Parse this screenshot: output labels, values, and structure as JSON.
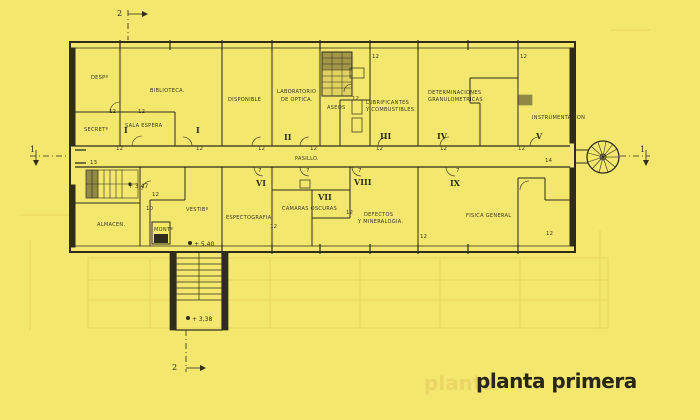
{
  "title": "planta primera",
  "ghost_title": "planta",
  "sections": {
    "top": "2",
    "bottom": "2",
    "left": "1",
    "right": "1"
  },
  "rooms": {
    "despacho": "DESPº",
    "biblioteca": "BIBLIOTECA.",
    "disponible": "DISPONIBLE",
    "laboratorio_1": "LABORATORIO",
    "laboratorio_2": "DE OPTICA.",
    "aseos": "ASEOS",
    "lubricantes_1": "LUBRIFICANTES",
    "lubricantes_2": "Y COMBUSTIBLES.",
    "determinaciones_1": "DETERMINACIONES",
    "determinaciones_2": "GRANULOMETRICAS",
    "instrumentacion": "INSTRUMENTACION",
    "secretaria": "SECRETº",
    "sala_espera": "SALA ESPERA",
    "pasillo": "PASILLO.",
    "almacen": "ALMACEN.",
    "vestibulo": "VESTIBº",
    "espectografia": "ESPECTOGRAFIA",
    "camaras_1": "CAMARAS OSCURAS",
    "defectos_1": "DEFECTOS",
    "defectos_2": "Y MINERALOGIA.",
    "fisica": "FISICA GENERAL",
    "montacargas": "MONTº"
  },
  "roman": [
    "I",
    "I",
    "II",
    "III",
    "IV",
    "V",
    "VI",
    "VII",
    "VIII",
    "IX"
  ],
  "levels": {
    "landing_upper": "+ 5,40",
    "landing_lower": "+ 3,38",
    "stair_mid": "+ 3,47"
  },
  "dims": {
    "d12": "12",
    "d7": "7",
    "d13": "13",
    "d14": "14",
    "d10": "10"
  }
}
